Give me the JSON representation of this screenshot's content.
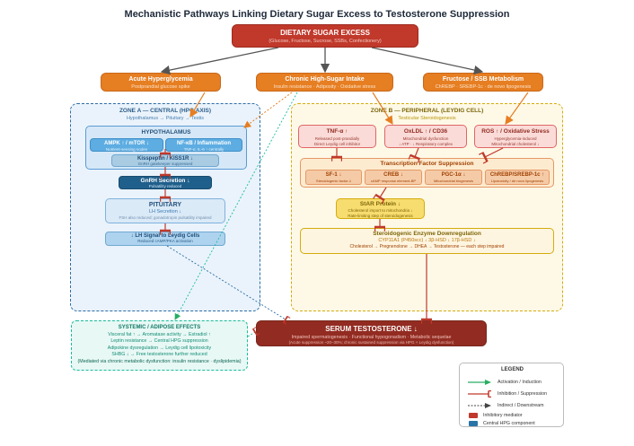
{
  "title": "Mechanistic Pathways Linking Dietary Sugar Excess to Testosterone Suppression",
  "source": {
    "title": "DIETARY SUGAR EXCESS",
    "subtitle": "(Glucose, Fructose, Sucrose, SSBs, Confectionery)"
  },
  "pathways": [
    {
      "title": "Acute Hyperglycemia",
      "subtitle": "Postprandial glucose spike"
    },
    {
      "title": "Chronic High-Sugar Intake",
      "subtitle": "Insulin resistance · Adiposity · Oxidative stress"
    },
    {
      "title": "Fructose / SSB Metabolism",
      "subtitle": "ChREBP · SREBP-1c · de novo lipogenesis"
    }
  ],
  "zone_a": {
    "title": "ZONE A — CENTRAL (HPG AXIS)",
    "subtitle": "Hypothalamus → Pituitary → Testis",
    "hypothalamus": {
      "title": "HYPOTHALAMUS",
      "ampk": {
        "title": "AMPK ↑ / mTOR ↓",
        "subtitle": "Nutrient-sensing nodes"
      },
      "nfkb": {
        "title": "NF-κB / Inflammation",
        "subtitle": "TNF-α, IL-6 ↑ centrally"
      },
      "kisspeptin": {
        "title": "Kisspeptin / KISS1R ↓",
        "subtitle": "GnRH gatekeeper suppressed"
      }
    },
    "gnrh": {
      "title": "GnRH Secretion ↓",
      "subtitle": "Pulsatility reduced"
    },
    "pituitary": {
      "title": "PITUITARY",
      "line1": "LH Secretion ↓",
      "line2": "FSH also reduced; gonadotropin pulsatility impaired"
    },
    "lh_signal": {
      "title": "↓ LH Signal to Leydig Cells",
      "subtitle": "Reduced cAMP/PKA activation"
    }
  },
  "zone_b": {
    "title": "ZONE B — PERIPHERAL (LEYDIG CELL)",
    "subtitle": "Testicular Steroidogenesis",
    "mediators": [
      {
        "title": "TNF-α ↑",
        "line1": "Released post-prandially",
        "line2": "Direct Leydig cell inhibitor"
      },
      {
        "title": "OxLDL ↑ / CD36",
        "line1": "Mitochondrial dysfunction",
        "line2": "↓ ATP · ↓ Respiratory complex"
      },
      {
        "title": "ROS ↑ / Oxidative Stress",
        "line1": "Hyperglycemia-induced",
        "line2": "Mitochondrial cholesterol ↓"
      }
    ],
    "tf_suppression": {
      "title": "Transcription Factor Suppression",
      "factors": [
        {
          "title": "SF-1 ↓",
          "subtitle": "Steroidogenic factor-1"
        },
        {
          "title": "CREB ↓",
          "subtitle": "cAMP response element-BP"
        },
        {
          "title": "PGC-1α ↓",
          "subtitle": "Mitochondrial biogenesis"
        },
        {
          "title": "ChREBP/SREBP-1c ↑",
          "subtitle": "Lipotoxicity / de novo lipogenesis"
        }
      ]
    },
    "star": {
      "title": "StAR Protein ↓",
      "line1": "Cholesterol import to mitochondria ↓",
      "line2": "Rate-limiting step of steroidogenesis"
    },
    "enzymes": {
      "title": "Steroidogenic Enzyme Downregulation",
      "line1": "CYP11A1 (P450scc) ↓ 3β-HSD ↓ 17β-HSD ↓",
      "line2": "Cholesterol → Pregnenolone → DHEA → Testosterone — each step impaired"
    }
  },
  "systemic": {
    "title": "SYSTEMIC / ADIPOSE EFFECTS",
    "lines": [
      "Visceral fat ↑ → Aromatase activity → Estradiol ↑",
      "Leptin resistance → Central HPG suppression",
      "Adipokine dysregulation → Leydig cell lipotoxicity",
      "SHBG ↓ → Free testosterone further reduced",
      "(Mediated via chronic metabolic dysfunction: insulin resistance · dyslipidemia)"
    ]
  },
  "serum": {
    "title": "SERUM TESTOSTERONE ↓",
    "line1": "Impaired spermatogenesis · Functional hypogonadism · Metabolic sequelae",
    "line2": "(Acute suppression ~20–30%; chronic sustained suppression via HPG + Leydig dysfunction)"
  },
  "legend": {
    "title": "LEGEND",
    "items": [
      {
        "label": "Activation / Induction",
        "icon": "green-arrow"
      },
      {
        "label": "Inhibition / Suppression",
        "icon": "red-tbar"
      },
      {
        "label": "Indirect / Downstream",
        "icon": "dashed-arrow"
      },
      {
        "label": "Inhibitory mediator",
        "icon": "red-swatch"
      },
      {
        "label": "Central HPG component",
        "icon": "blue-swatch"
      }
    ]
  },
  "colors": {
    "source": "#c0392b",
    "pathway": "#e67e22",
    "zone_a": "#2e6da4",
    "zone_b": "#d4ac0d",
    "inhibition": "#c0392b",
    "activation": "#27ae60",
    "systemic": "#1abc9c",
    "serum": "#922b21",
    "central_hpg": "#2874a6"
  }
}
